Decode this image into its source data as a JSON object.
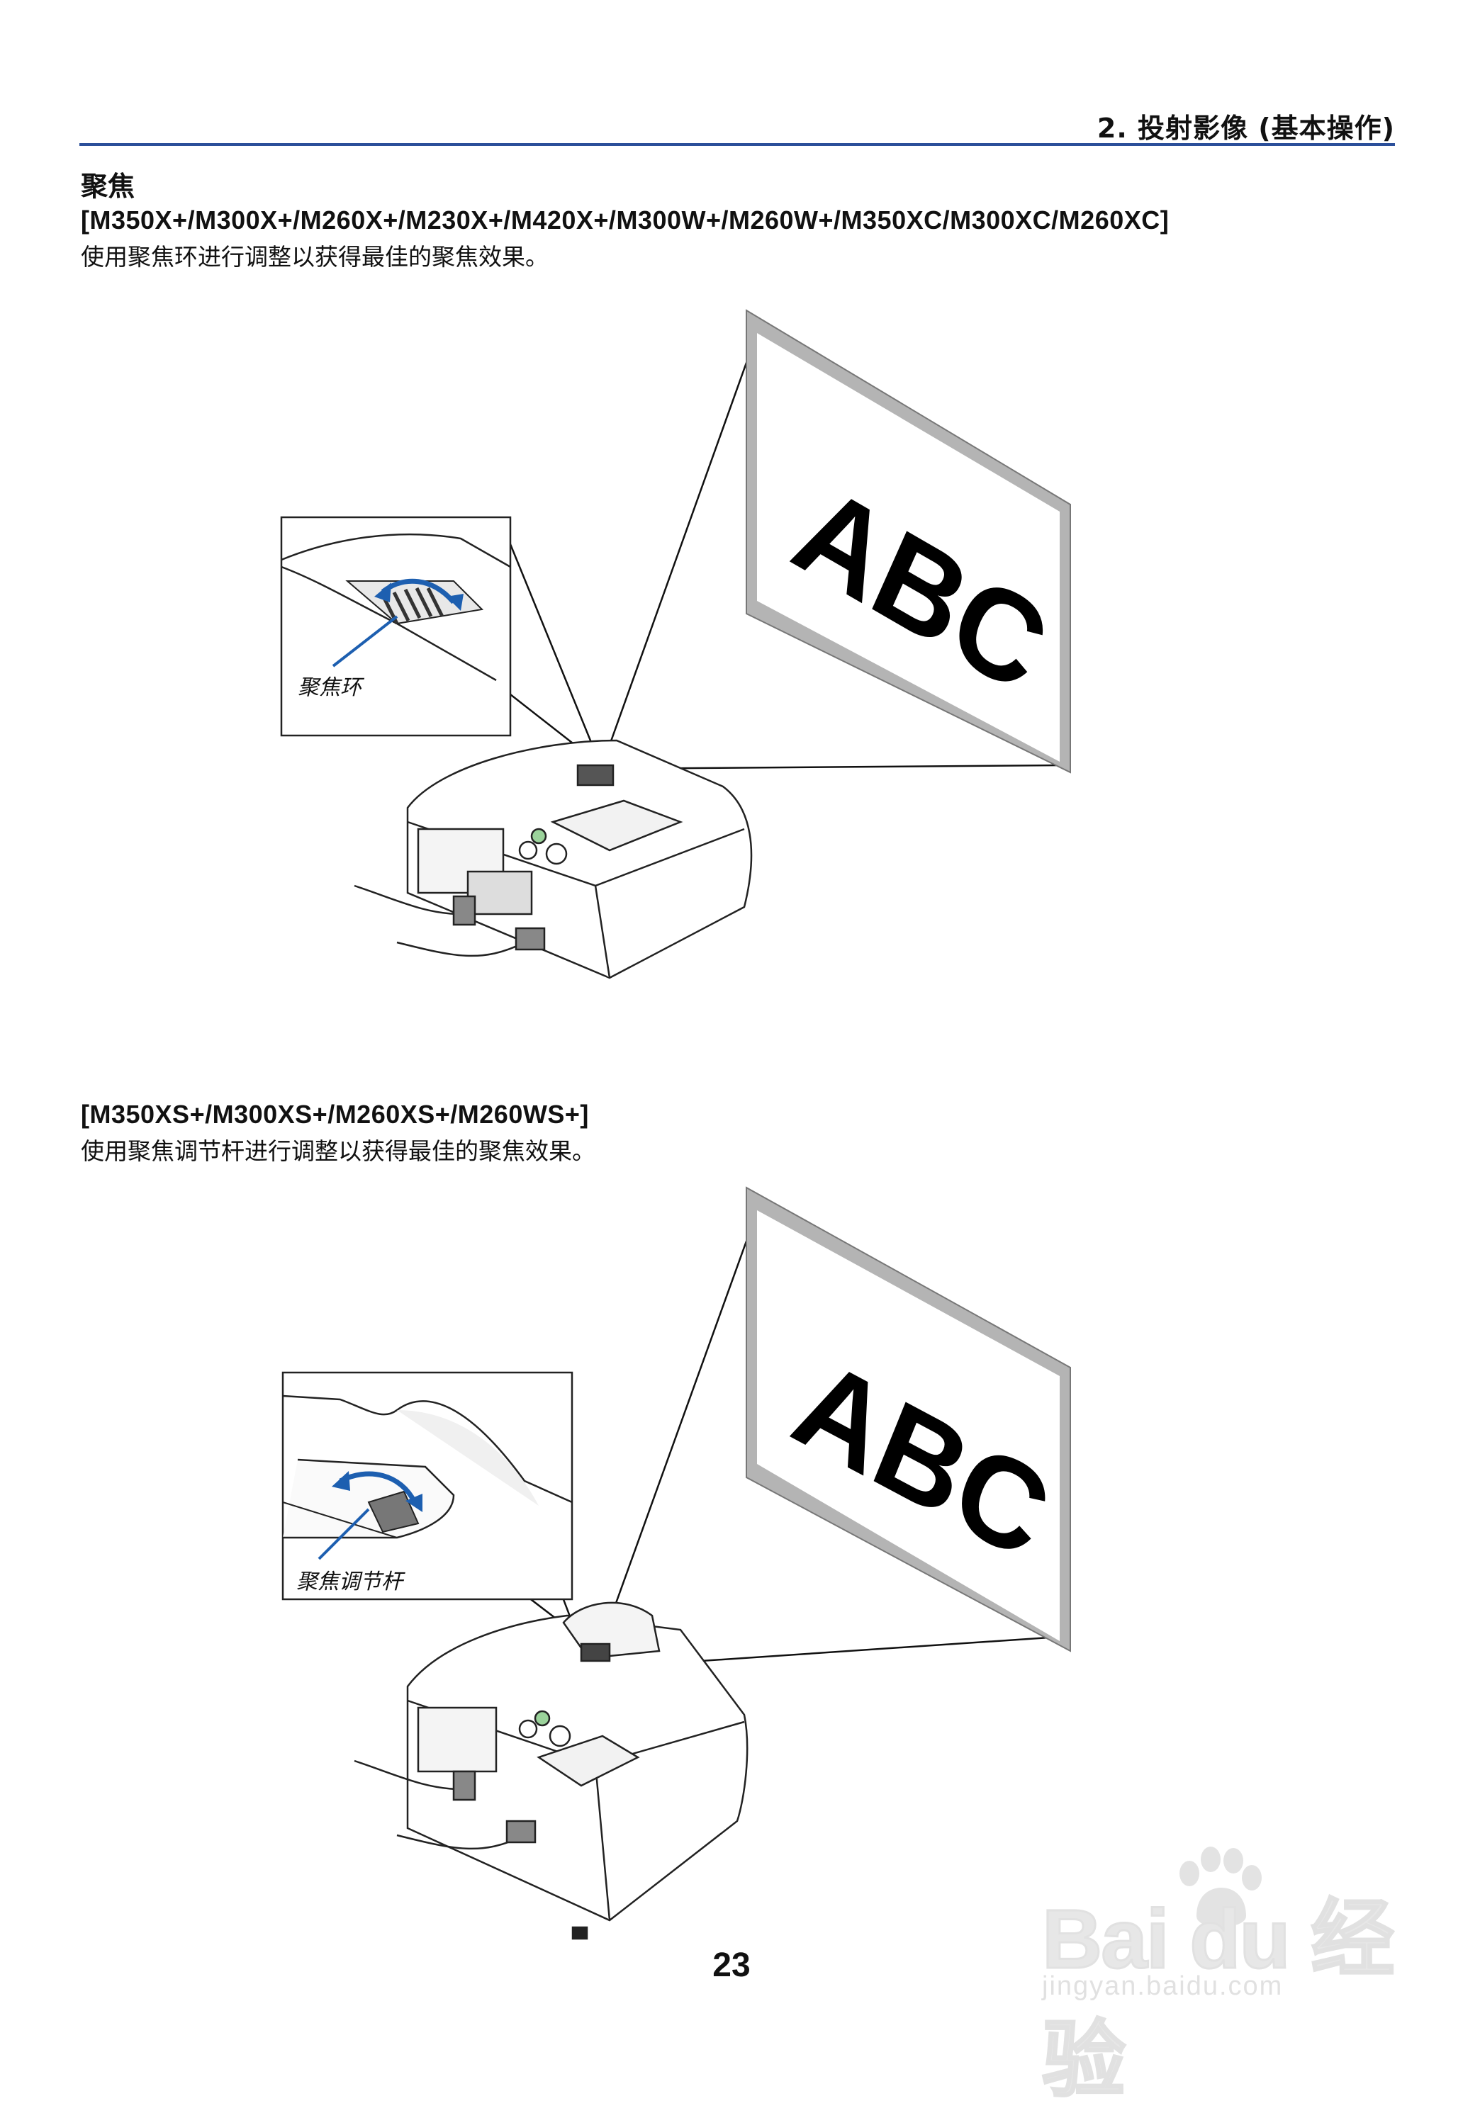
{
  "header": {
    "running_head": "2. 投射影像 (基本操作)"
  },
  "section": {
    "title": "聚焦",
    "part1": {
      "models": "[M350X+/M300X+/M260X+/M230X+/M420X+/M300W+/M260W+/M350XC/M300XC/M260XC]",
      "description": "使用聚焦环进行调整以获得最佳的聚焦效果。",
      "callout_label": "聚焦环",
      "screen_text": "ABC"
    },
    "part2": {
      "models": "[M350XS+/M300XS+/M260XS+/M260WS+]",
      "description": "使用聚焦调节杆进行调整以获得最佳的聚焦效果。",
      "callout_label": "聚焦调节杆",
      "screen_text": "ABC"
    }
  },
  "page_number": "23",
  "watermark": {
    "main": "Bai du 经验",
    "sub": "jingyan.baidu.com"
  },
  "colors": {
    "accent_rule": "#2b4f9a",
    "arrow_blue": "#1d5fb0"
  }
}
